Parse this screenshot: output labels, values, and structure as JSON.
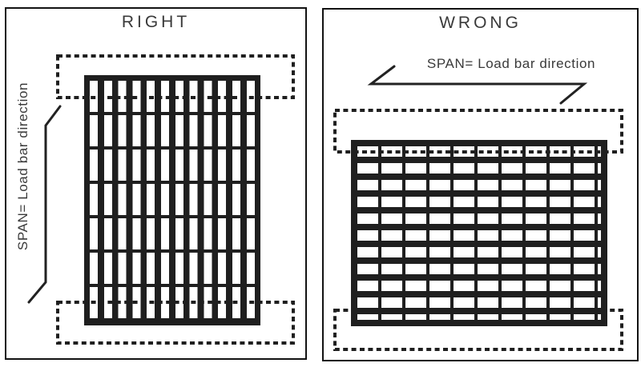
{
  "panels": [
    {
      "title": "RIGHT",
      "span_label": "SPAN= Load bar direction",
      "load_bar_orientation": "vertical",
      "span_arrow_direction": "vertical"
    },
    {
      "title": "WRONG",
      "span_label": "SPAN= Load bar direction",
      "load_bar_orientation": "horizontal",
      "span_arrow_direction": "horizontal"
    }
  ],
  "colors": {
    "ink": "#1f1f1f",
    "text": "#3a3a3a",
    "bg": "#ffffff"
  }
}
